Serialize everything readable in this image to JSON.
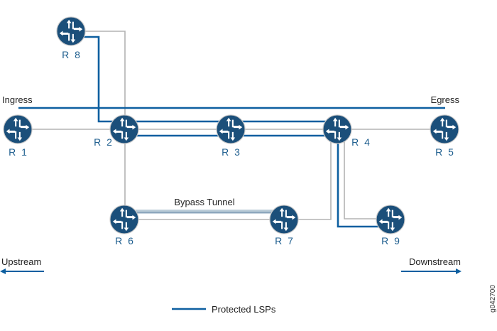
{
  "colors": {
    "lsp": "#0d5fa0",
    "link": "#b3b3b3",
    "router": "#1b4f7a",
    "bypass": "#8ea8bd"
  },
  "labels": {
    "ingress": "Ingress",
    "egress": "Egress",
    "bypass": "Bypass Tunnel",
    "upstream": "Upstream",
    "downstream": "Downstream",
    "legend": "Protected LSPs",
    "figure_id": "g042700"
  },
  "routers": [
    {
      "id": "r1",
      "name": "R 1",
      "icon": "router-icon"
    },
    {
      "id": "r2",
      "name": "R 2",
      "icon": "router-icon"
    },
    {
      "id": "r3",
      "name": "R 3",
      "icon": "router-icon"
    },
    {
      "id": "r4",
      "name": "R 4",
      "icon": "router-icon"
    },
    {
      "id": "r5",
      "name": "R 5",
      "icon": "router-icon"
    },
    {
      "id": "r6",
      "name": "R 6",
      "icon": "router-icon"
    },
    {
      "id": "r7",
      "name": "R 7",
      "icon": "router-icon"
    },
    {
      "id": "r8",
      "name": "R 8",
      "icon": "router-icon"
    },
    {
      "id": "r9",
      "name": "R 9",
      "icon": "router-icon"
    }
  ]
}
